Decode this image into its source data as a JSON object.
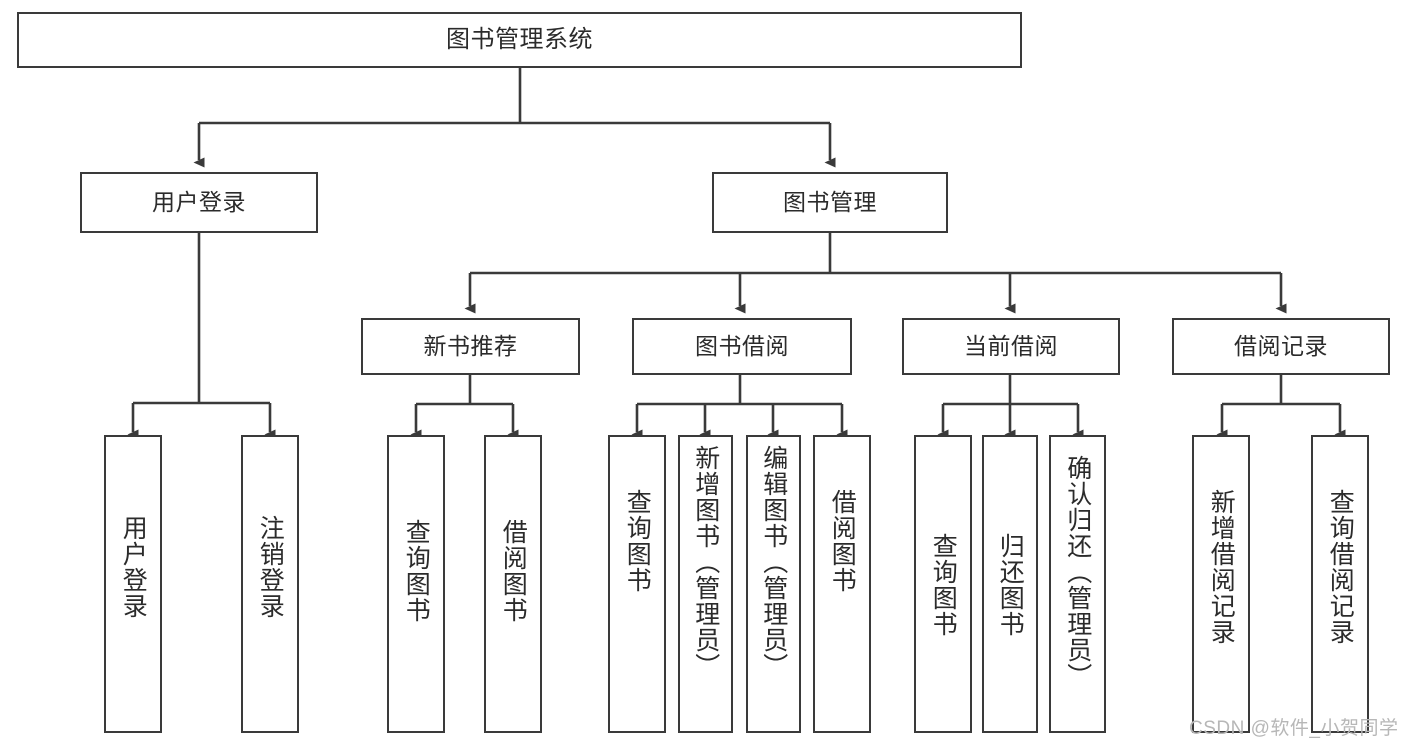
{
  "diagram": {
    "title": "图书管理系统",
    "type": "tree-hierarchy",
    "root": {
      "label": "图书管理系统"
    },
    "level2": [
      {
        "label": "用户登录"
      },
      {
        "label": "图书管理"
      }
    ],
    "level3": [
      {
        "label": "新书推荐"
      },
      {
        "label": "图书借阅"
      },
      {
        "label": "当前借阅"
      },
      {
        "label": "借阅记录"
      }
    ],
    "leaves": [
      {
        "label": "用户登录",
        "parent": "用户登录"
      },
      {
        "label": "注销登录",
        "parent": "用户登录"
      },
      {
        "label": "查询图书",
        "parent": "新书推荐"
      },
      {
        "label": "借阅图书",
        "parent": "新书推荐"
      },
      {
        "label": "查询图书",
        "parent": "图书借阅"
      },
      {
        "label": "新增图书（管理员）",
        "parent": "图书借阅"
      },
      {
        "label": "编辑图书（管理员）",
        "parent": "图书借阅"
      },
      {
        "label": "借阅图书",
        "parent": "图书借阅"
      },
      {
        "label": "查询图书",
        "parent": "当前借阅"
      },
      {
        "label": "归还图书",
        "parent": "当前借阅"
      },
      {
        "label": "确认归还（管理员）",
        "parent": "当前借阅"
      },
      {
        "label": "新增借阅记录",
        "parent": "借阅记录"
      },
      {
        "label": "查询借阅记录",
        "parent": "借阅记录"
      }
    ],
    "colors": {
      "border": "#3a3a3a",
      "text": "#2b2b2b",
      "background": "#ffffff",
      "connector": "#3a3a3a",
      "watermark": "#b7b7b7"
    }
  },
  "watermark": {
    "text": "CSDN @软件_小贺同学"
  }
}
